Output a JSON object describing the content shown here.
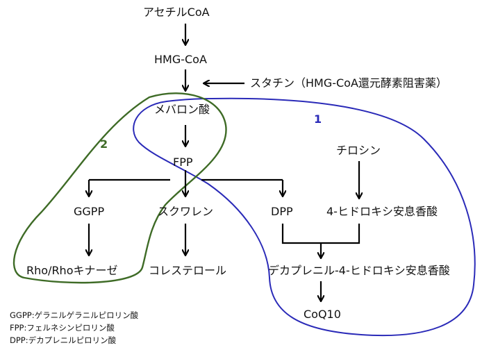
{
  "nodes": {
    "acetyl_coa": "アセチルCoA",
    "hmg_coa": "HMG-CoA",
    "statin": "スタチン（HMG-CoA還元酵素阻害薬）",
    "mevalonate": "メバロン酸",
    "fpp": "FPP",
    "tyrosine": "チロシン",
    "ggpp": "GGPP",
    "squalene": "スクワレン",
    "dpp": "DPP",
    "hydroxybenzoate": "4-ヒドロキシ安息香酸",
    "rho": "Rho/Rhoキナーゼ",
    "cholesterol": "コレステロール",
    "decaprenyl": "デカプレニル-4-ヒドロキシ安息香酸",
    "coq10": "CoQ10"
  },
  "regions": {
    "region_1": {
      "label": "1",
      "color": "#2a2ab8"
    },
    "region_2": {
      "label": "2",
      "color": "#3e6b26"
    }
  },
  "legend": [
    "GGPP:ゲラニルゲラニルピロリン酸",
    "FPP:フェルネシンピロリン酸",
    "DPP:デカプレニルピロリン酸"
  ]
}
